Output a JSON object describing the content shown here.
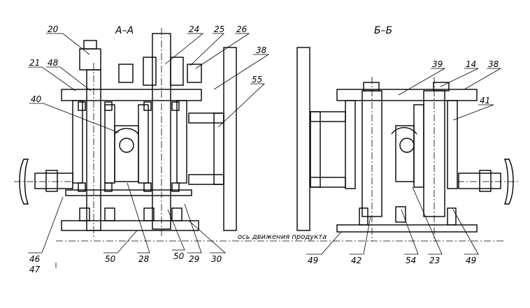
{
  "sections": {
    "left": "А–А",
    "right": "Б–Б"
  },
  "axis_caption": "ось движения продукта",
  "callouts": {
    "n20": "20",
    "n24": "24",
    "n25": "25",
    "n26": "26",
    "n38a": "38",
    "n21": "21",
    "n48": "48",
    "n40": "40",
    "n55": "55",
    "n39": "39",
    "n14": "14",
    "n38b": "38",
    "n41": "41",
    "n46": "46",
    "n47": "47",
    "n50a": "50",
    "n28": "28",
    "n50b": "50",
    "n29": "29",
    "n30": "30",
    "n49a": "49",
    "n42": "42",
    "n54": "54",
    "n23": "23",
    "n49b": "49"
  }
}
